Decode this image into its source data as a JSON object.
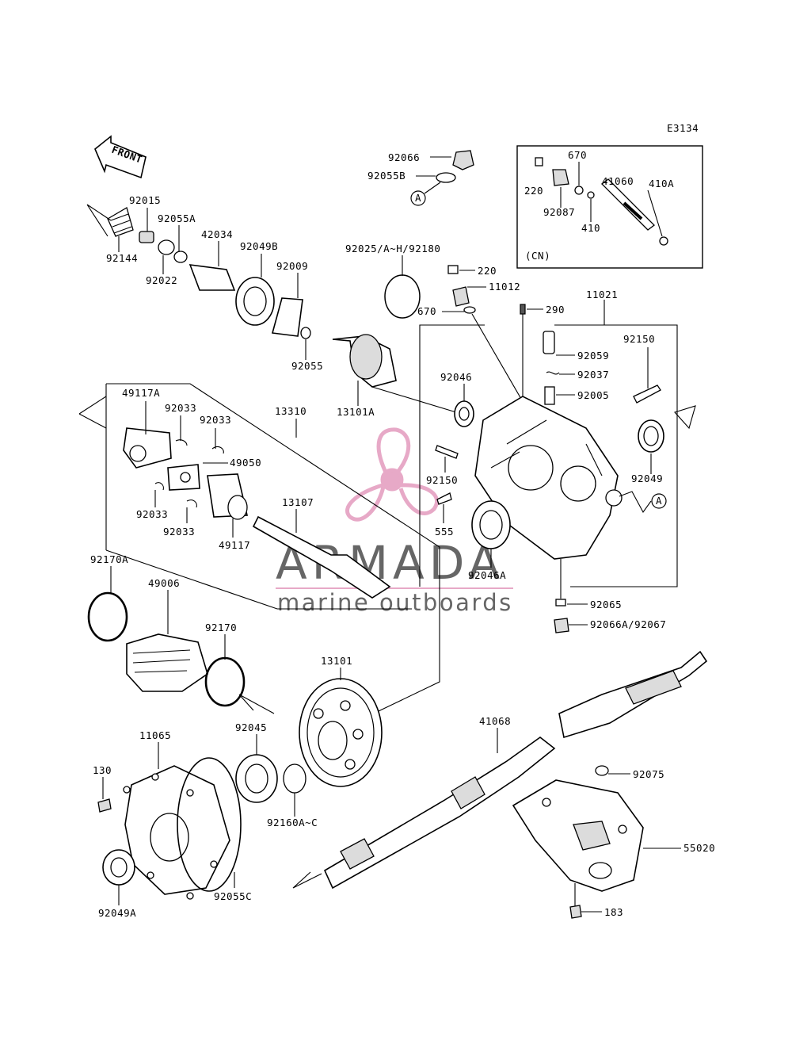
{
  "diagram_code": "E3134",
  "front_label": "FRONT",
  "ref_marker": "A",
  "inset_label": "(CN)",
  "watermark": {
    "title": "ARMADA",
    "subtitle": "marine outboards",
    "logo_color": "#e7a9c7"
  },
  "labels": {
    "p92066": "92066",
    "p92055B": "92055B",
    "p670i": "670",
    "p220i": "220",
    "p41060": "41060",
    "p92087": "92087",
    "p410": "410",
    "p410A": "410A",
    "p92015": "92015",
    "p92055A": "92055A",
    "p92144": "92144",
    "p92022": "92022",
    "p42034": "42034",
    "p92049B": "92049B",
    "p92009": "92009",
    "p92025": "92025/A~H/92180",
    "p220": "220",
    "p11012": "11012",
    "p670": "670",
    "p290": "290",
    "p11021": "11021",
    "p92059": "92059",
    "p92037": "92037",
    "p92150a": "92150",
    "p92005": "92005",
    "p92055": "92055",
    "p13101A": "13101A",
    "p92046": "92046",
    "p49117A": "49117A",
    "p92033a": "92033",
    "p92033b": "92033",
    "p13310": "13310",
    "p49050": "49050",
    "p92033c": "92033",
    "p92033d": "92033",
    "p49117": "49117",
    "p13107": "13107",
    "p92150b": "92150",
    "p555": "555",
    "p92049": "92049",
    "p92046A": "92046A",
    "p92170A": "92170A",
    "p49006": "49006",
    "p92170": "92170",
    "p92065": "92065",
    "p92066A": "92066A/92067",
    "p13101": "13101",
    "p11065": "11065",
    "p92045": "92045",
    "p41068": "41068",
    "p130": "130",
    "p92160A": "92160A~C",
    "p92075": "92075",
    "p55020": "55020",
    "p92049A": "92049A",
    "p92055C": "92055C",
    "p183": "183"
  }
}
